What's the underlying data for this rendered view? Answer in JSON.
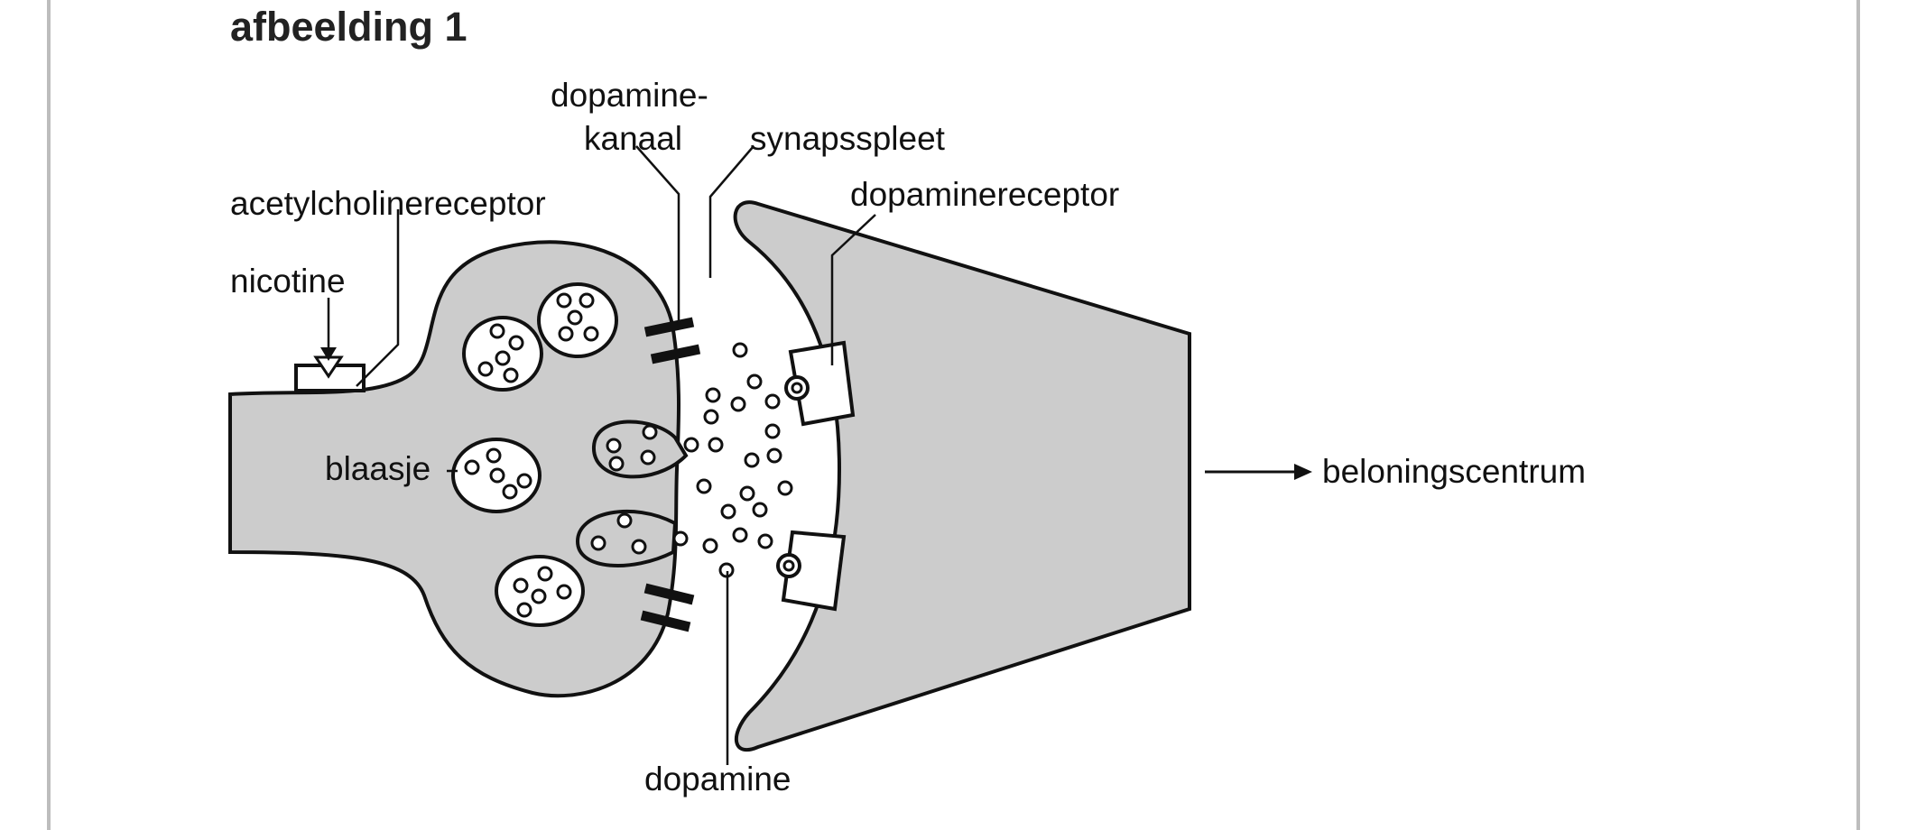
{
  "figure": {
    "title": "afbeelding 1"
  },
  "labels": {
    "dopamine_channel_line1": "dopamine-",
    "dopamine_channel_line2": "kanaal",
    "synaptic_cleft": "synapsspleet",
    "acetylcholine_receptor": "acetylcholinereceptor",
    "dopamine_receptor": "dopaminereceptor",
    "nicotine": "nicotine",
    "vesicle": "blaasje",
    "reward_center": "beloningscentrum",
    "dopamine": "dopamine"
  },
  "colors": {
    "cell_fill": "#cccccc",
    "outline": "#111111",
    "vesicle_fill": "#ffffff",
    "frame": "#bdbdbd"
  }
}
